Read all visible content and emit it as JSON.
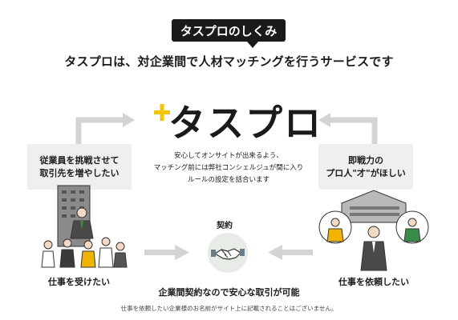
{
  "header": {
    "badge": "タスプロのしくみ",
    "subtitle": "タスプロは、対企業間で人材マッチングを行うサービスです"
  },
  "logo": {
    "text": "タスプロ"
  },
  "description": [
    "安心してオンサイトが出来るよう、",
    "マッチング前には弊社コンシェルジュが間に入り",
    "ルールの設定を話合います"
  ],
  "left": {
    "box_lines": [
      "従業員を挑戦させて",
      "取引先を増やしたい"
    ],
    "label": "仕事を受けたい"
  },
  "right": {
    "box_lines": [
      "即戦力の",
      "プロ人\"才\"がほしい"
    ],
    "label": "仕事を依頼したい"
  },
  "contract": {
    "label": "契約"
  },
  "bottom": {
    "headline": "企業間契約なので安心な取引が可能",
    "note": "仕事を依頼したい企業様のお名前がサイト上に記載されることはございません。"
  },
  "colors": {
    "accent": "#f5c400",
    "dark": "#1a1a1a",
    "box_bg": "#eeeff1",
    "arrow": "#d4d4d4",
    "handshake_circle": "#e8ece6"
  }
}
